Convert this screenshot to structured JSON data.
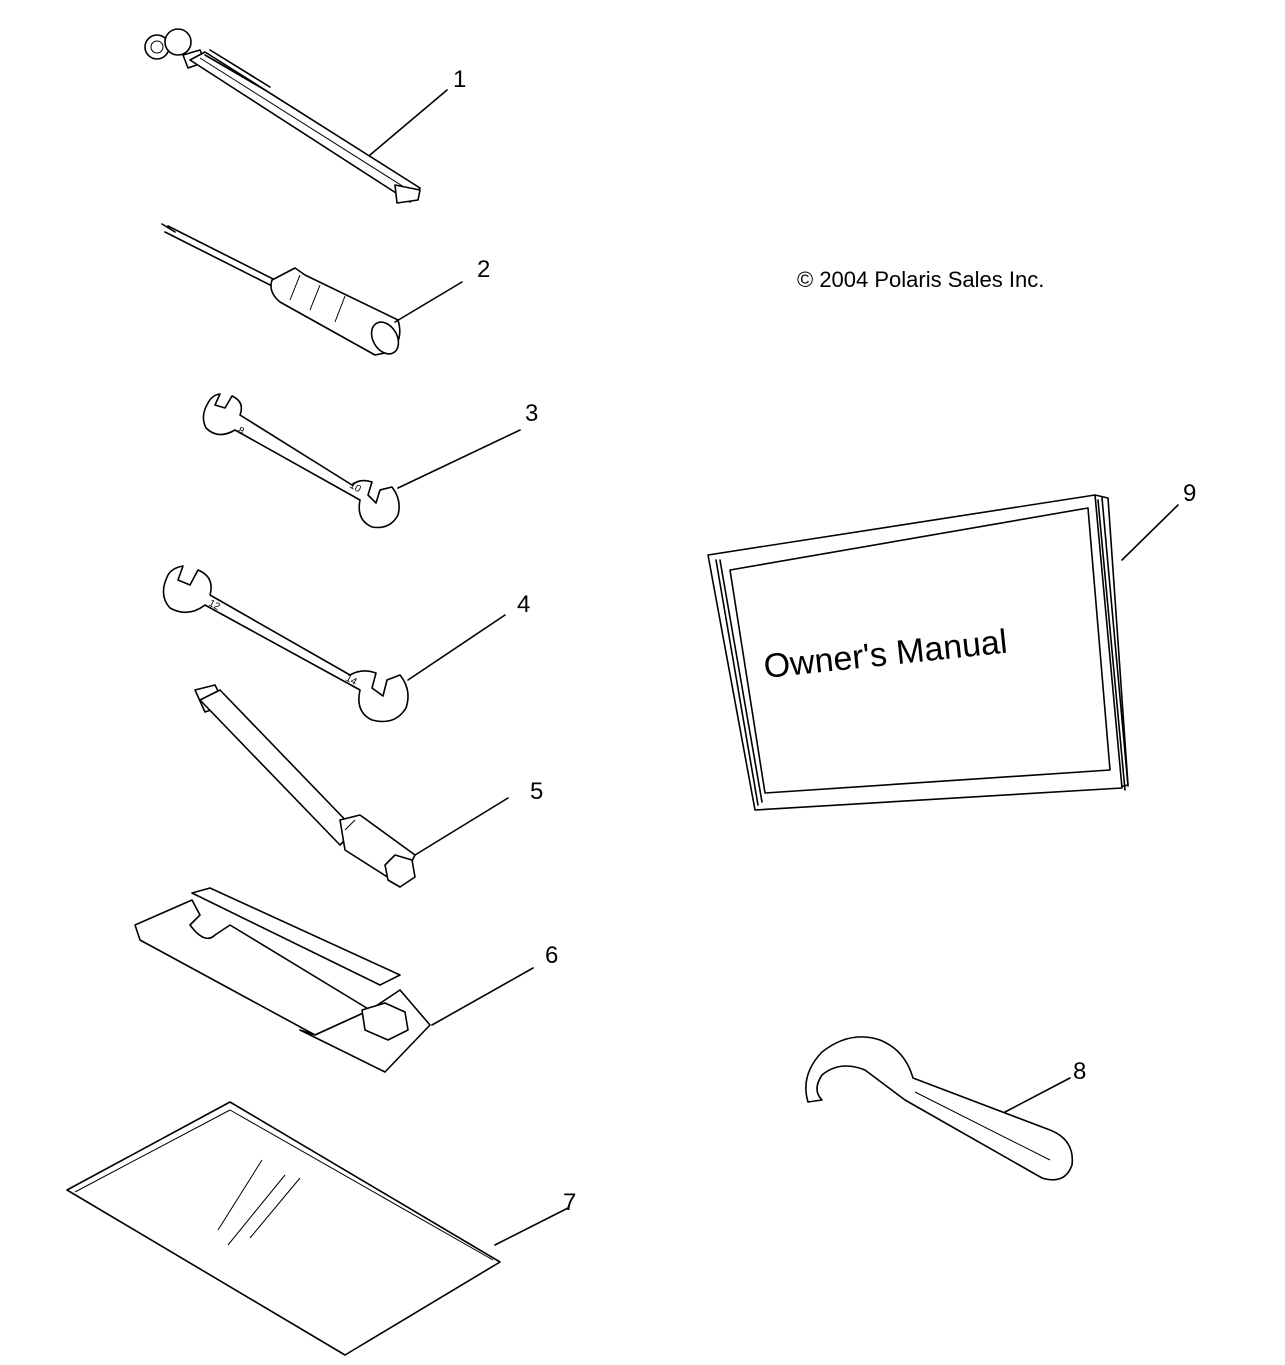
{
  "copyright": "© 2004 Polaris Sales Inc.",
  "manual_cover_text": "Owner's Manual",
  "callouts": [
    {
      "id": "1",
      "label": "1",
      "part": "tire-pressure-gauge"
    },
    {
      "id": "2",
      "label": "2",
      "part": "screwdriver"
    },
    {
      "id": "3",
      "label": "3",
      "part": "wrench-8-10"
    },
    {
      "id": "4",
      "label": "4",
      "part": "wrench-12-14"
    },
    {
      "id": "5",
      "label": "5",
      "part": "spark-plug-socket-wrench"
    },
    {
      "id": "6",
      "label": "6",
      "part": "tool-holder-bracket"
    },
    {
      "id": "7",
      "label": "7",
      "part": "tool-bag"
    },
    {
      "id": "8",
      "label": "8",
      "part": "spanner-wrench"
    },
    {
      "id": "9",
      "label": "9",
      "part": "owners-manual"
    }
  ],
  "wrench_markings": {
    "wrench_3_top": "8",
    "wrench_3_bottom": "10",
    "wrench_4_top": "12",
    "wrench_4_bottom": "14"
  }
}
